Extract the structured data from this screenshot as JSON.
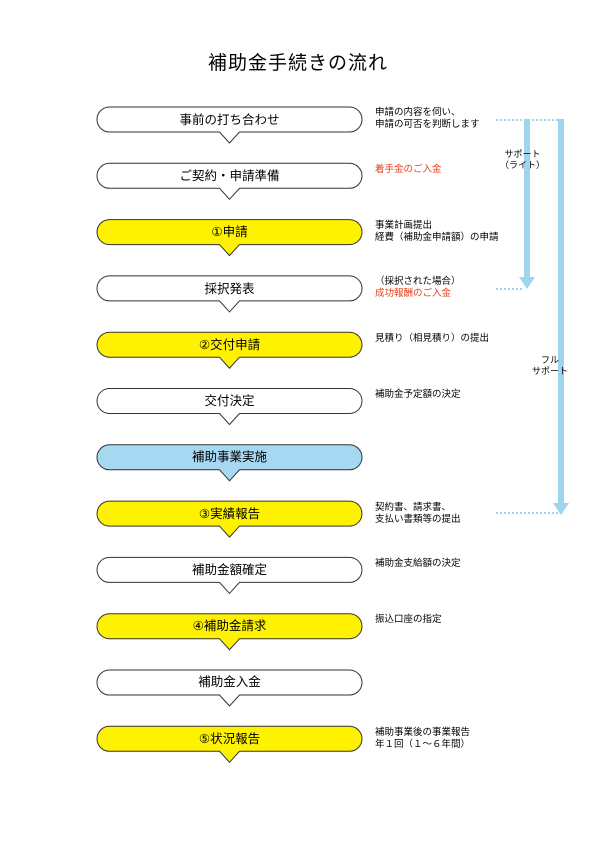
{
  "title": "補助金手続きの流れ",
  "colors": {
    "white": "#ffffff",
    "yellow": "#fff200",
    "blue": "#a6d8f2",
    "arrow": "#9fd4ef",
    "note_red": "#e0401c"
  },
  "steps": [
    {
      "label": "事前の打ち合わせ",
      "fill": "white"
    },
    {
      "label": "ご契約・申請準備",
      "fill": "white"
    },
    {
      "label": "①申請",
      "fill": "yellow"
    },
    {
      "label": "採択発表",
      "fill": "white"
    },
    {
      "label": "②交付申請",
      "fill": "yellow"
    },
    {
      "label": "交付決定",
      "fill": "white"
    },
    {
      "label": "補助事業実施",
      "fill": "blue"
    },
    {
      "label": "③実績報告",
      "fill": "yellow"
    },
    {
      "label": "補助金額確定",
      "fill": "white"
    },
    {
      "label": "④補助金請求",
      "fill": "yellow"
    },
    {
      "label": "補助金入金",
      "fill": "white"
    },
    {
      "label": "⑤状況報告",
      "fill": "yellow"
    }
  ],
  "notes": [
    {
      "line1": "申請の内容を伺い、",
      "line2": "申請の可否を判断します"
    },
    {
      "line1": "着手金のご入金",
      "line2": ""
    },
    {
      "line1": "事業計画提出",
      "line2": "経費（補助金申請額）の申請"
    },
    {
      "line1": "（採択された場合）",
      "line2": "成功報酬のご入金"
    },
    {
      "line1": "見積り（相見積り）の提出",
      "line2": ""
    },
    {
      "line1": "補助金予定額の決定",
      "line2": ""
    },
    {
      "line1": "",
      "line2": ""
    },
    {
      "line1": "契約書、請求書、",
      "line2": "支払い書類等の提出"
    },
    {
      "line1": "補助金支給額の決定",
      "line2": ""
    },
    {
      "line1": "振込口座の指定",
      "line2": ""
    },
    {
      "line1": "",
      "line2": ""
    },
    {
      "line1": "補助事業後の事業報告",
      "line2": "年１回（１～６年間）"
    }
  ],
  "support_light": {
    "line1": "サポート",
    "line2": "（ライト）"
  },
  "support_full": {
    "line1": "フル",
    "line2": "サポート"
  }
}
